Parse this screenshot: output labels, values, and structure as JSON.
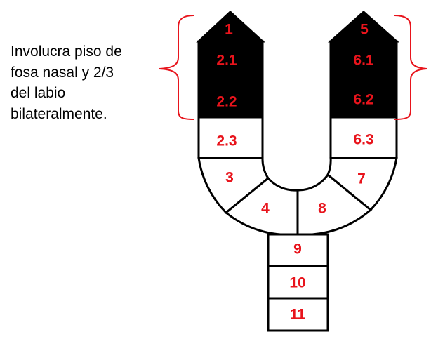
{
  "caption": {
    "lines": [
      "Involucra piso de",
      "fosa nasal y 2/3",
      "del labio",
      "bilateralmente."
    ]
  },
  "segments": [
    {
      "id": "1",
      "label": "1",
      "filled": true
    },
    {
      "id": "2.1",
      "label": "2.1",
      "filled": true
    },
    {
      "id": "2.2",
      "label": "2.2",
      "filled": true
    },
    {
      "id": "2.3",
      "label": "2.3",
      "filled": false
    },
    {
      "id": "3",
      "label": "3",
      "filled": false
    },
    {
      "id": "4",
      "label": "4",
      "filled": false
    },
    {
      "id": "5",
      "label": "5",
      "filled": true
    },
    {
      "id": "6.1",
      "label": "6.1",
      "filled": true
    },
    {
      "id": "6.2",
      "label": "6.2",
      "filled": true
    },
    {
      "id": "6.3",
      "label": "6.3",
      "filled": false
    },
    {
      "id": "7",
      "label": "7",
      "filled": false
    },
    {
      "id": "8",
      "label": "8",
      "filled": false
    },
    {
      "id": "9",
      "label": "9",
      "filled": false
    },
    {
      "id": "10",
      "label": "10",
      "filled": false
    },
    {
      "id": "11",
      "label": "11",
      "filled": false
    }
  ],
  "colors": {
    "affected_fill": "#000000",
    "unaffected_fill": "#ffffff",
    "label": "#e8141c",
    "brace": "#e8141c"
  }
}
